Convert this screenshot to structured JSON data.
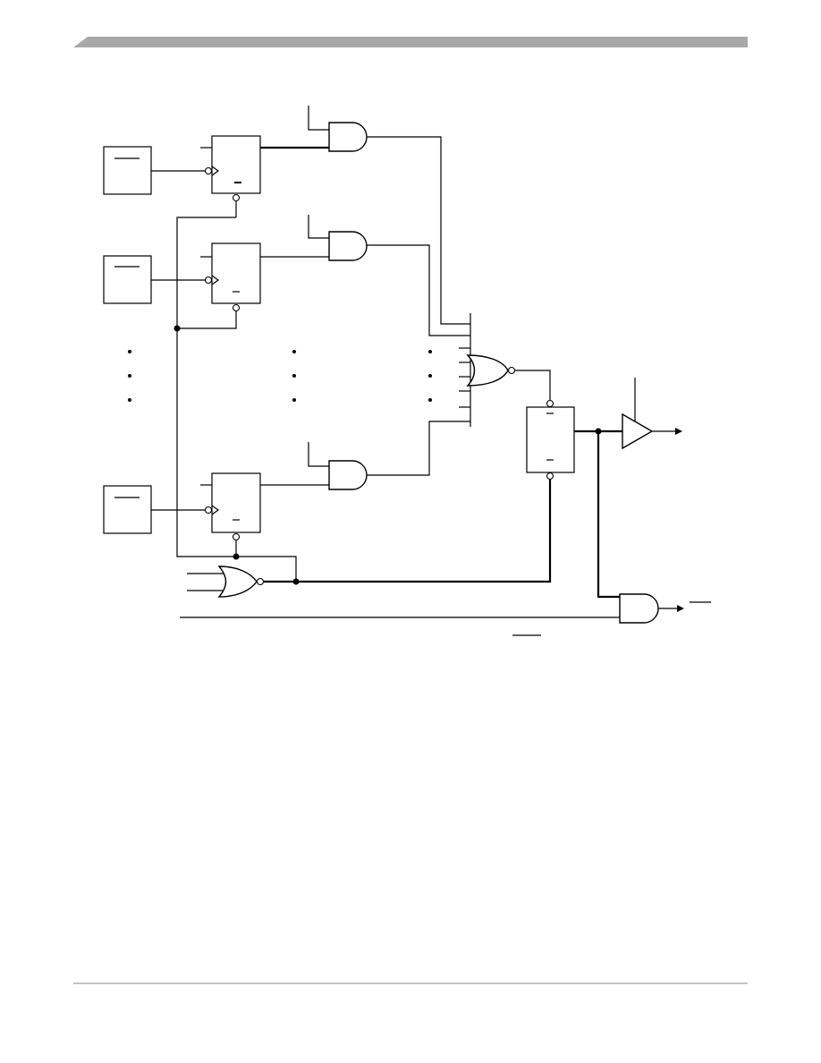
{
  "page": {
    "header_bar_color": "#a8a8a8",
    "footer_rule_color": "#a0a0a0",
    "background": "#ffffff",
    "line_color": "#000000"
  },
  "diagram": {
    "kind": "logic-schematic",
    "elements": [
      "source-box",
      "d-flip-flop",
      "and-gate",
      "multi-input-nor-gate",
      "output-flip-flop",
      "buffer",
      "two-input-nor-gate",
      "output-and-gate",
      "junction-dot",
      "inversion-bubble",
      "continuation-dots"
    ],
    "labels": []
  }
}
